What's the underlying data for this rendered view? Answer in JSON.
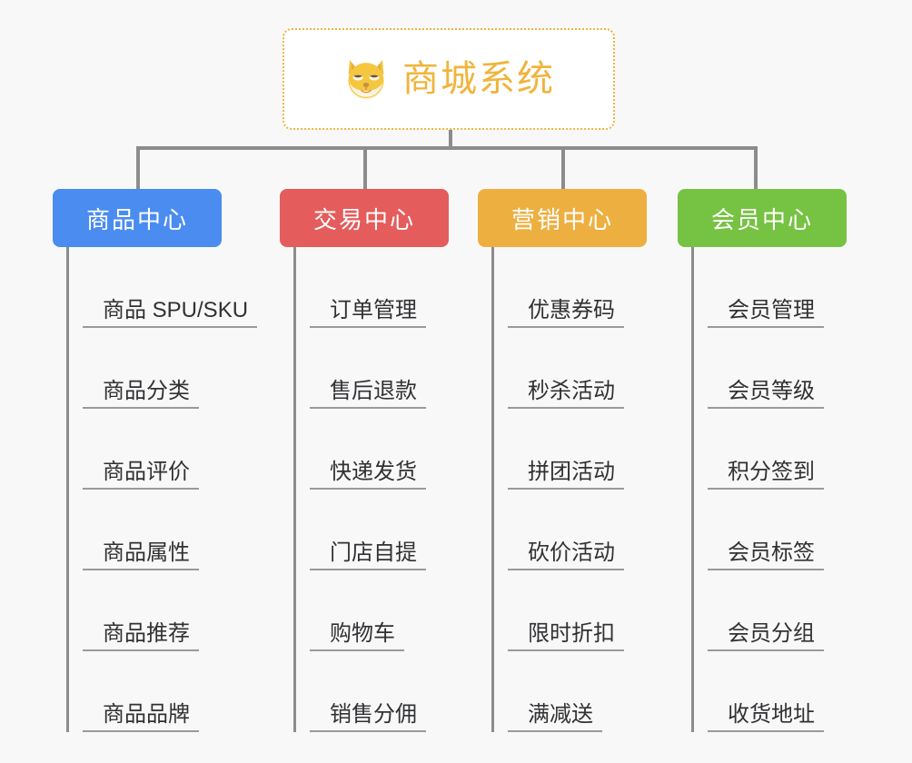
{
  "diagram": {
    "type": "org-chart",
    "title": "商城系统",
    "background_color": "#f8f8f8",
    "connector_color": "#8c8c8c",
    "root": {
      "label": "商城系统",
      "icon": "shiba-dog-icon",
      "text_color": "#f0b43c",
      "border_color": "#f0b43c",
      "background_color": "#ffffff"
    },
    "branches": [
      {
        "label": "商品中心",
        "color": "#4a8cf0",
        "items": [
          "商品 SPU/SKU",
          "商品分类",
          "商品评价",
          "商品属性",
          "商品推荐",
          "商品品牌"
        ]
      },
      {
        "label": "交易中心",
        "color": "#e45c5c",
        "items": [
          "订单管理",
          "售后退款",
          "快递发货",
          "门店自提",
          "购物车",
          "销售分佣"
        ]
      },
      {
        "label": "营销中心",
        "color": "#eeaf41",
        "items": [
          "优惠券码",
          "秒杀活动",
          "拼团活动",
          "砍价活动",
          "限时折扣",
          "满减送"
        ]
      },
      {
        "label": "会员中心",
        "color": "#76c242",
        "items": [
          "会员管理",
          "会员等级",
          "积分签到",
          "会员标签",
          "会员分组",
          "收货地址"
        ]
      }
    ]
  }
}
